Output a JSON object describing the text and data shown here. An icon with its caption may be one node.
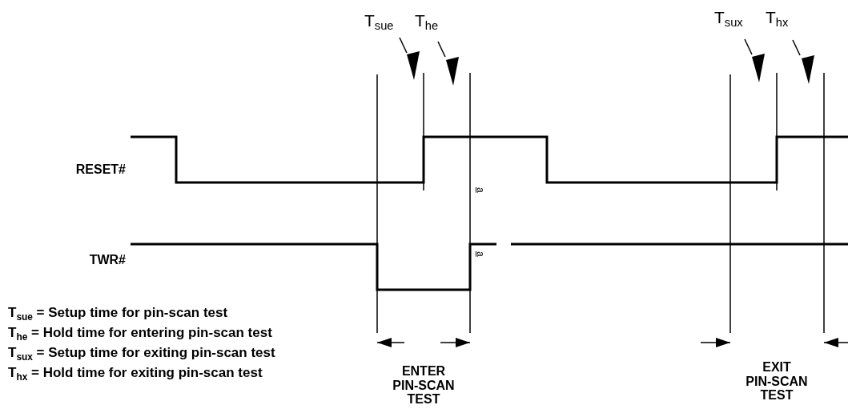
{
  "diagram": {
    "labels": [
      "T$_{sue}$",
      "T$_{he}$",
      "T$_{sux}$",
      "T$_{hx}$",
      "RESET#",
      "a",
      "TWR#",
      "a",
      "T$_{sue}$ = Setup time for pin-scan test",
      "T$_{he}$ = Hold time for entering pin-scan test",
      "T$_{sux}$ = Setup time for exiting pin-scan test",
      "T$_{hx}$ = Hold time for exiting pin-scan test",
      "ENTER PIN-SCAN TEST",
      "EXIT PIN-SCAN TEST"
    ]
  }
}
